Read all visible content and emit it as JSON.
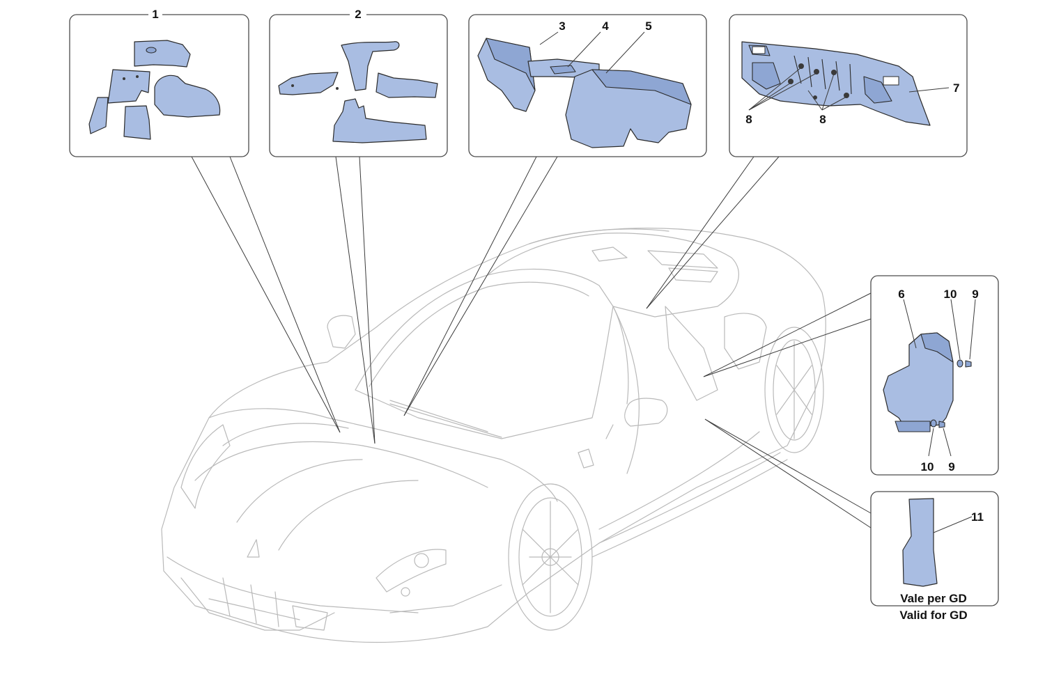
{
  "callouts": {
    "c1": "1",
    "c2": "2",
    "c3": "3",
    "c4": "4",
    "c5": "5",
    "c6": "6",
    "c7": "7",
    "c8a": "8",
    "c8b": "8",
    "c9a": "9",
    "c9b": "9",
    "c10a": "10",
    "c10b": "10",
    "c11": "11"
  },
  "note": {
    "line1": "Vale per GD",
    "line2": "Valid for GD"
  },
  "colors": {
    "part_fill": "#a9bde2",
    "car_outline": "#b9b9b9",
    "panel_border": "#4a4a4a"
  }
}
